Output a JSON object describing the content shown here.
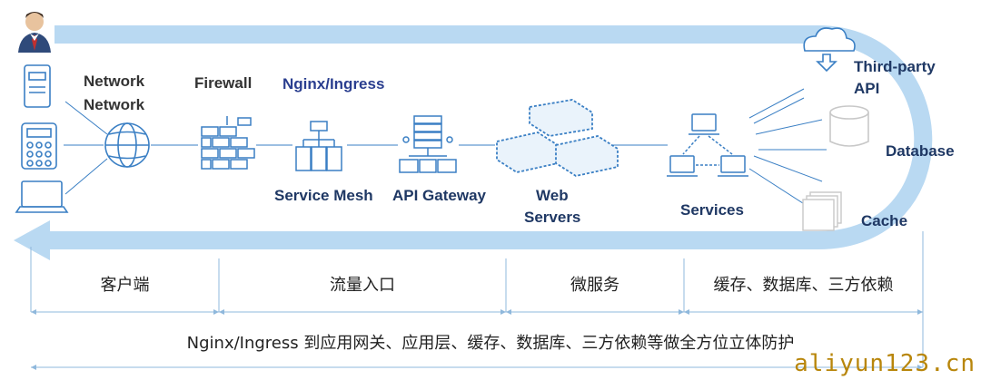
{
  "labels": {
    "network1": "Network",
    "network2": "Network",
    "firewall": "Firewall",
    "nginx": "Nginx/Ingress",
    "service_mesh": "Service Mesh",
    "api_gateway": "API Gateway",
    "web_servers_1": "Web",
    "web_servers_2": "Servers",
    "services": "Services",
    "third_party_1": "Third-party",
    "third_party_2": "API",
    "database": "Database",
    "cache": "Cache"
  },
  "segments": {
    "client": "客户端",
    "traffic_entry": "流量入口",
    "microservices": "微服务",
    "backend": "缓存、数据库、三方依赖"
  },
  "footer": "Nginx/Ingress 到应用网关、应用层、缓存、数据库、三方依赖等做全方位立体防护",
  "watermark": "aliyun123.cn",
  "colors": {
    "flow_band": "#b9d9f2",
    "icon_line": "#3a7fc4",
    "label_dark": "#333333",
    "label_navy": "#1f3864"
  }
}
